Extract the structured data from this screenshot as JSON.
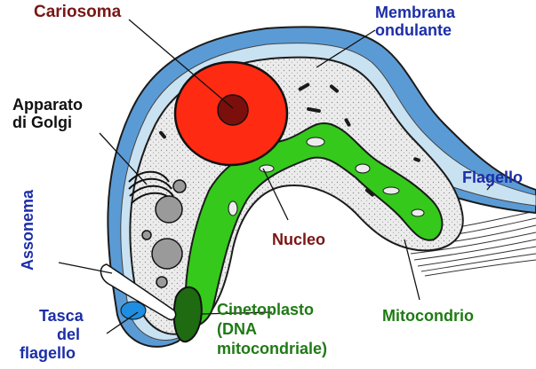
{
  "colors": {
    "membrane_outer": "#5b9bd5",
    "membrane_inner": "#c9e2f2",
    "cytoplasm": "#ececec",
    "nucleus": "#ff2a12",
    "karyosome": "#7a0f0c",
    "mitochondrion": "#35c91c",
    "label_darkred": "#7a1616",
    "label_blue": "#1c2ea8",
    "label_black": "#111111",
    "label_green": "#1f7a14"
  },
  "labels": {
    "cariosoma": "Cariosoma",
    "membrana_line1": "Membrana",
    "membrana_line2": "ondulante",
    "golgi_line1": "Apparato",
    "golgi_line2": "di Golgi",
    "flagello": "Flagello",
    "assonema": "Assonema",
    "nucleo": "Nucleo",
    "tasca_line1": "Tasca",
    "tasca_line2": "del",
    "tasca_line3": "flagello",
    "cinetoplasto_line1": "Cinetoplasto",
    "cinetoplasto_line2": "(DNA",
    "cinetoplasto_line3": "mitocondriale)",
    "mitocondrio": "Mitocondrio"
  }
}
